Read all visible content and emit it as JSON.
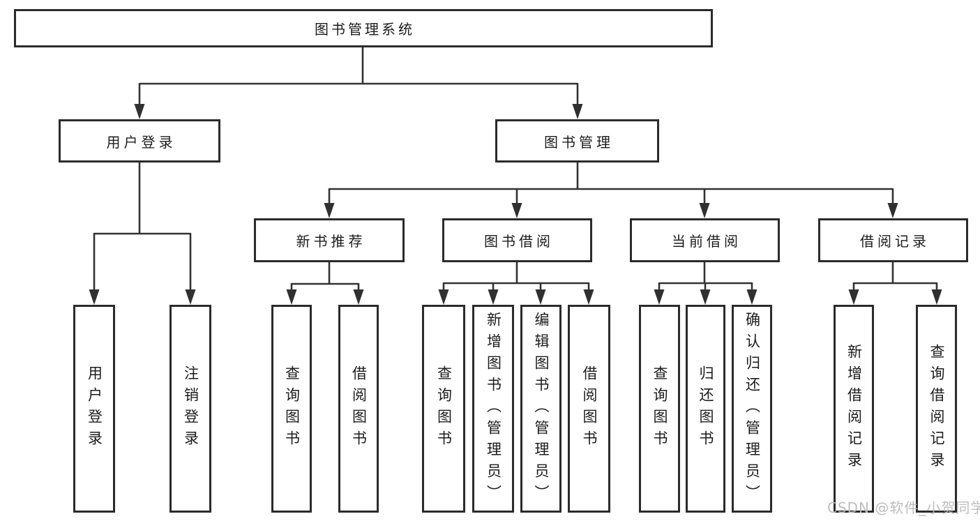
{
  "diagram": {
    "tree": {
      "root": {
        "label": "图书管理系统"
      },
      "children": [
        {
          "label": "用户登录",
          "children": [
            {
              "label": "用户登录"
            },
            {
              "label": "注销登录"
            }
          ]
        },
        {
          "label": "图书管理",
          "children": [
            {
              "label": "新书推荐",
              "children": [
                {
                  "label": "查询图书"
                },
                {
                  "label": "借阅图书"
                }
              ]
            },
            {
              "label": "图书借阅",
              "children": [
                {
                  "label": "查询图书"
                },
                {
                  "label": "新增图书（管理员）"
                },
                {
                  "label": "编辑图书（管理员）"
                },
                {
                  "label": "借阅图书"
                }
              ]
            },
            {
              "label": "当前借阅",
              "children": [
                {
                  "label": "查询图书"
                },
                {
                  "label": "归还图书"
                },
                {
                  "label": "确认归还（管理员）"
                }
              ]
            },
            {
              "label": "借阅记录",
              "children": [
                {
                  "label": "新增借阅记录"
                },
                {
                  "label": "查询借阅记录"
                }
              ]
            }
          ]
        }
      ]
    }
  },
  "watermark": {
    "text": "CSDN @软件_小贺同学"
  },
  "colors": {
    "line": "#333333",
    "box_border": "#2b2b2b",
    "text": "#1c1c1c",
    "watermark": "#b9b9b9",
    "background": "#ffffff"
  }
}
